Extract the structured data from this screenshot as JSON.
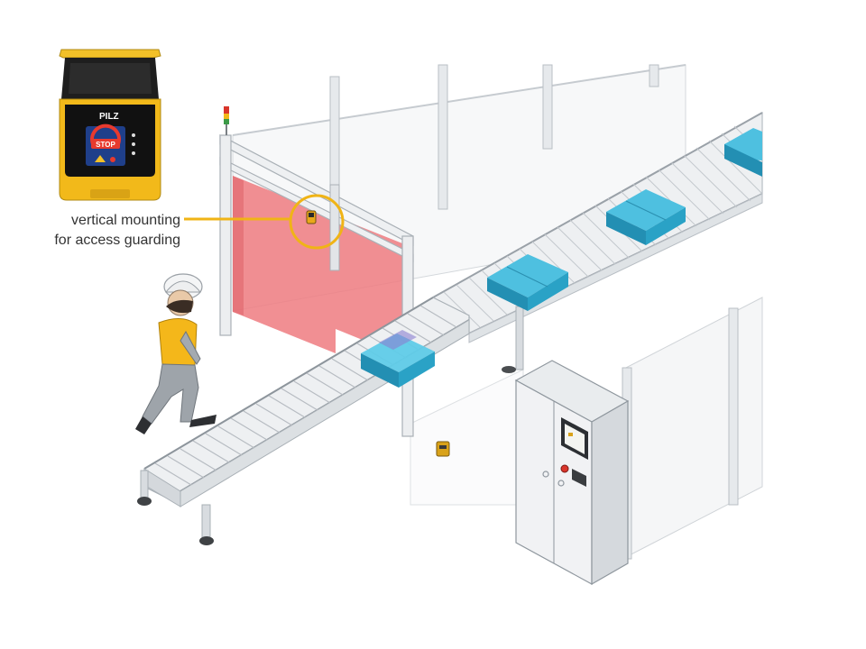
{
  "scanner": {
    "brand_label": "PILZ",
    "screen_text": "STOP"
  },
  "callout": {
    "line1": "vertical mounting",
    "line2": "for access guarding"
  },
  "colors": {
    "housing_yellow": "#f2b91a",
    "housing_black": "#1f1f1f",
    "protection_field": "#ef7b80",
    "box_blue": "#2fa6c9",
    "callout_line": "#f0b416",
    "frame_gray": "#e4e7ea"
  }
}
